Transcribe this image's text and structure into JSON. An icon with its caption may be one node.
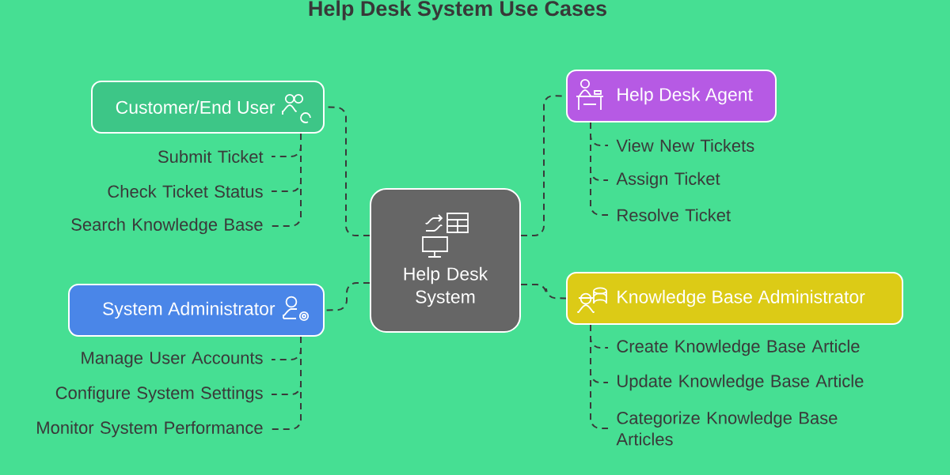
{
  "diagram": {
    "title": "Help Desk System Use Cases",
    "nodes": [
      {
        "text": [
          "Customer/End User"
        ]
      },
      {
        "text": [
          "Submit Ticket"
        ]
      },
      {
        "text": [
          "Check Ticket Status"
        ]
      },
      {
        "text": [
          "Search Knowledge Base"
        ]
      },
      {
        "text": [
          "Help Desk Agent"
        ]
      },
      {
        "text": [
          "View New Tickets"
        ]
      },
      {
        "text": [
          "Assign Ticket"
        ]
      },
      {
        "text": [
          "Resolve Ticket"
        ]
      },
      {
        "text": [
          "Help Desk System"
        ]
      },
      {
        "text": [
          "System Administrator"
        ]
      },
      {
        "text": [
          "Manage User Accounts"
        ]
      },
      {
        "text": [
          "Configure System Settings"
        ]
      },
      {
        "text": [
          "Monitor System Performance"
        ]
      },
      {
        "text": [
          "Knowledge Base Administrator"
        ]
      },
      {
        "text": [
          "Create Knowledge Base Article"
        ]
      },
      {
        "text": [
          "Update Knowledge Base Article"
        ]
      },
      {
        "text": [
          "Categorize Knowledge Base Articles"
        ]
      }
    ],
    "edges": [
      {
        "from": 8,
        "to": 0,
        "arrow": "none"
      },
      {
        "from": 8,
        "to": 4,
        "arrow": "none"
      },
      {
        "from": 8,
        "to": 9,
        "arrow": "none"
      },
      {
        "from": 8,
        "to": 13,
        "arrow": "none"
      },
      {
        "from": 0,
        "to": 1,
        "arrow": "none"
      },
      {
        "from": 0,
        "to": 2,
        "arrow": "none"
      },
      {
        "from": 0,
        "to": 3,
        "arrow": "none"
      },
      {
        "from": 4,
        "to": 5,
        "arrow": "none"
      },
      {
        "from": 4,
        "to": 6,
        "arrow": "none"
      },
      {
        "from": 4,
        "to": 7,
        "arrow": "none"
      },
      {
        "from": 9,
        "to": 10,
        "arrow": "none"
      },
      {
        "from": 9,
        "to": 11,
        "arrow": "none"
      },
      {
        "from": 9,
        "to": 12,
        "arrow": "none"
      },
      {
        "from": 13,
        "to": 14,
        "arrow": "none"
      },
      {
        "from": 13,
        "to": 15,
        "arrow": "none"
      },
      {
        "from": 13,
        "to": 16,
        "arrow": "none"
      }
    ]
  }
}
